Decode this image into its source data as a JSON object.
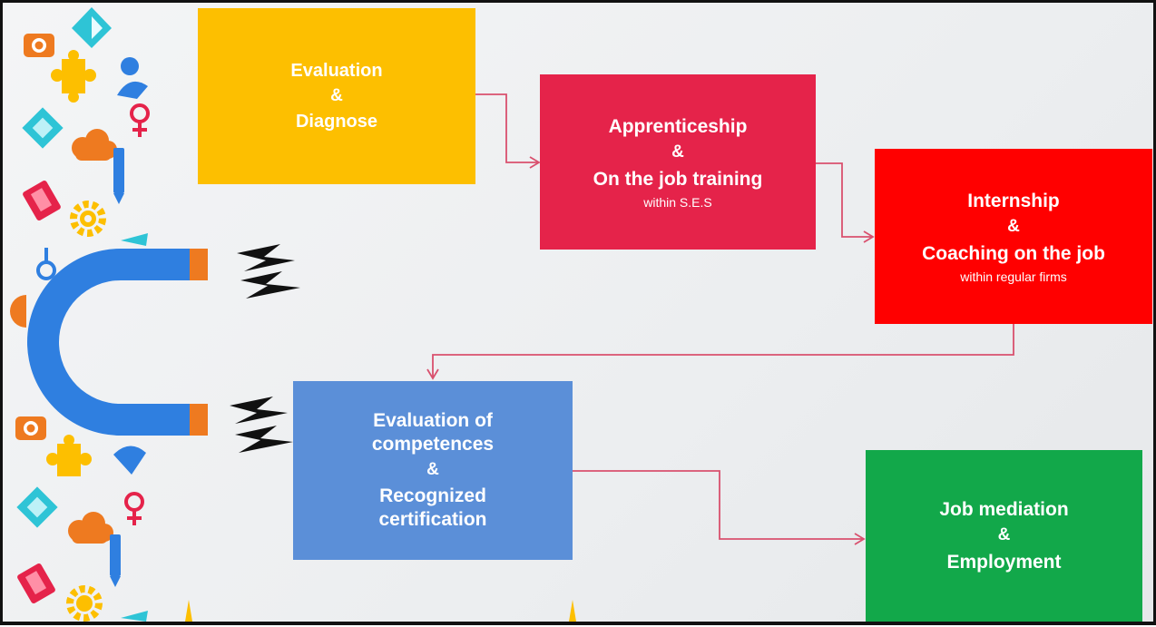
{
  "steps": {
    "evaluation": {
      "line1": "Evaluation",
      "amp": "&",
      "line2": "Diagnose",
      "color": "#fdbf00"
    },
    "apprenticeship": {
      "line1": "Apprenticeship",
      "amp": "&",
      "line2": "On the job training",
      "sub": "within S.E.S",
      "color": "#e5234a"
    },
    "internship": {
      "line1": "Internship",
      "amp": "&",
      "line2": "Coaching on the job",
      "sub": "within regular firms",
      "color": "#ff0000"
    },
    "competences": {
      "line1": "Evaluation of",
      "line1b": "competences",
      "amp": "&",
      "line2": "Recognized",
      "line2b": "certification",
      "color": "#5b8fd8"
    },
    "mediation": {
      "line1": "Job mediation",
      "amp": "&",
      "line2": "Employment",
      "color": "#12a84a"
    }
  },
  "decor": {
    "magnet_color": "#2f7fe0",
    "magnet_tip_color": "#ee7a20",
    "icons": [
      "camera-icon",
      "pencil-icon",
      "puzzle-icon",
      "user-icon",
      "female-symbol-icon",
      "notepad-icon",
      "cloud-icon",
      "book-icon",
      "gear-icon",
      "lightning-icon"
    ]
  },
  "arrow_color": "#d9506e"
}
